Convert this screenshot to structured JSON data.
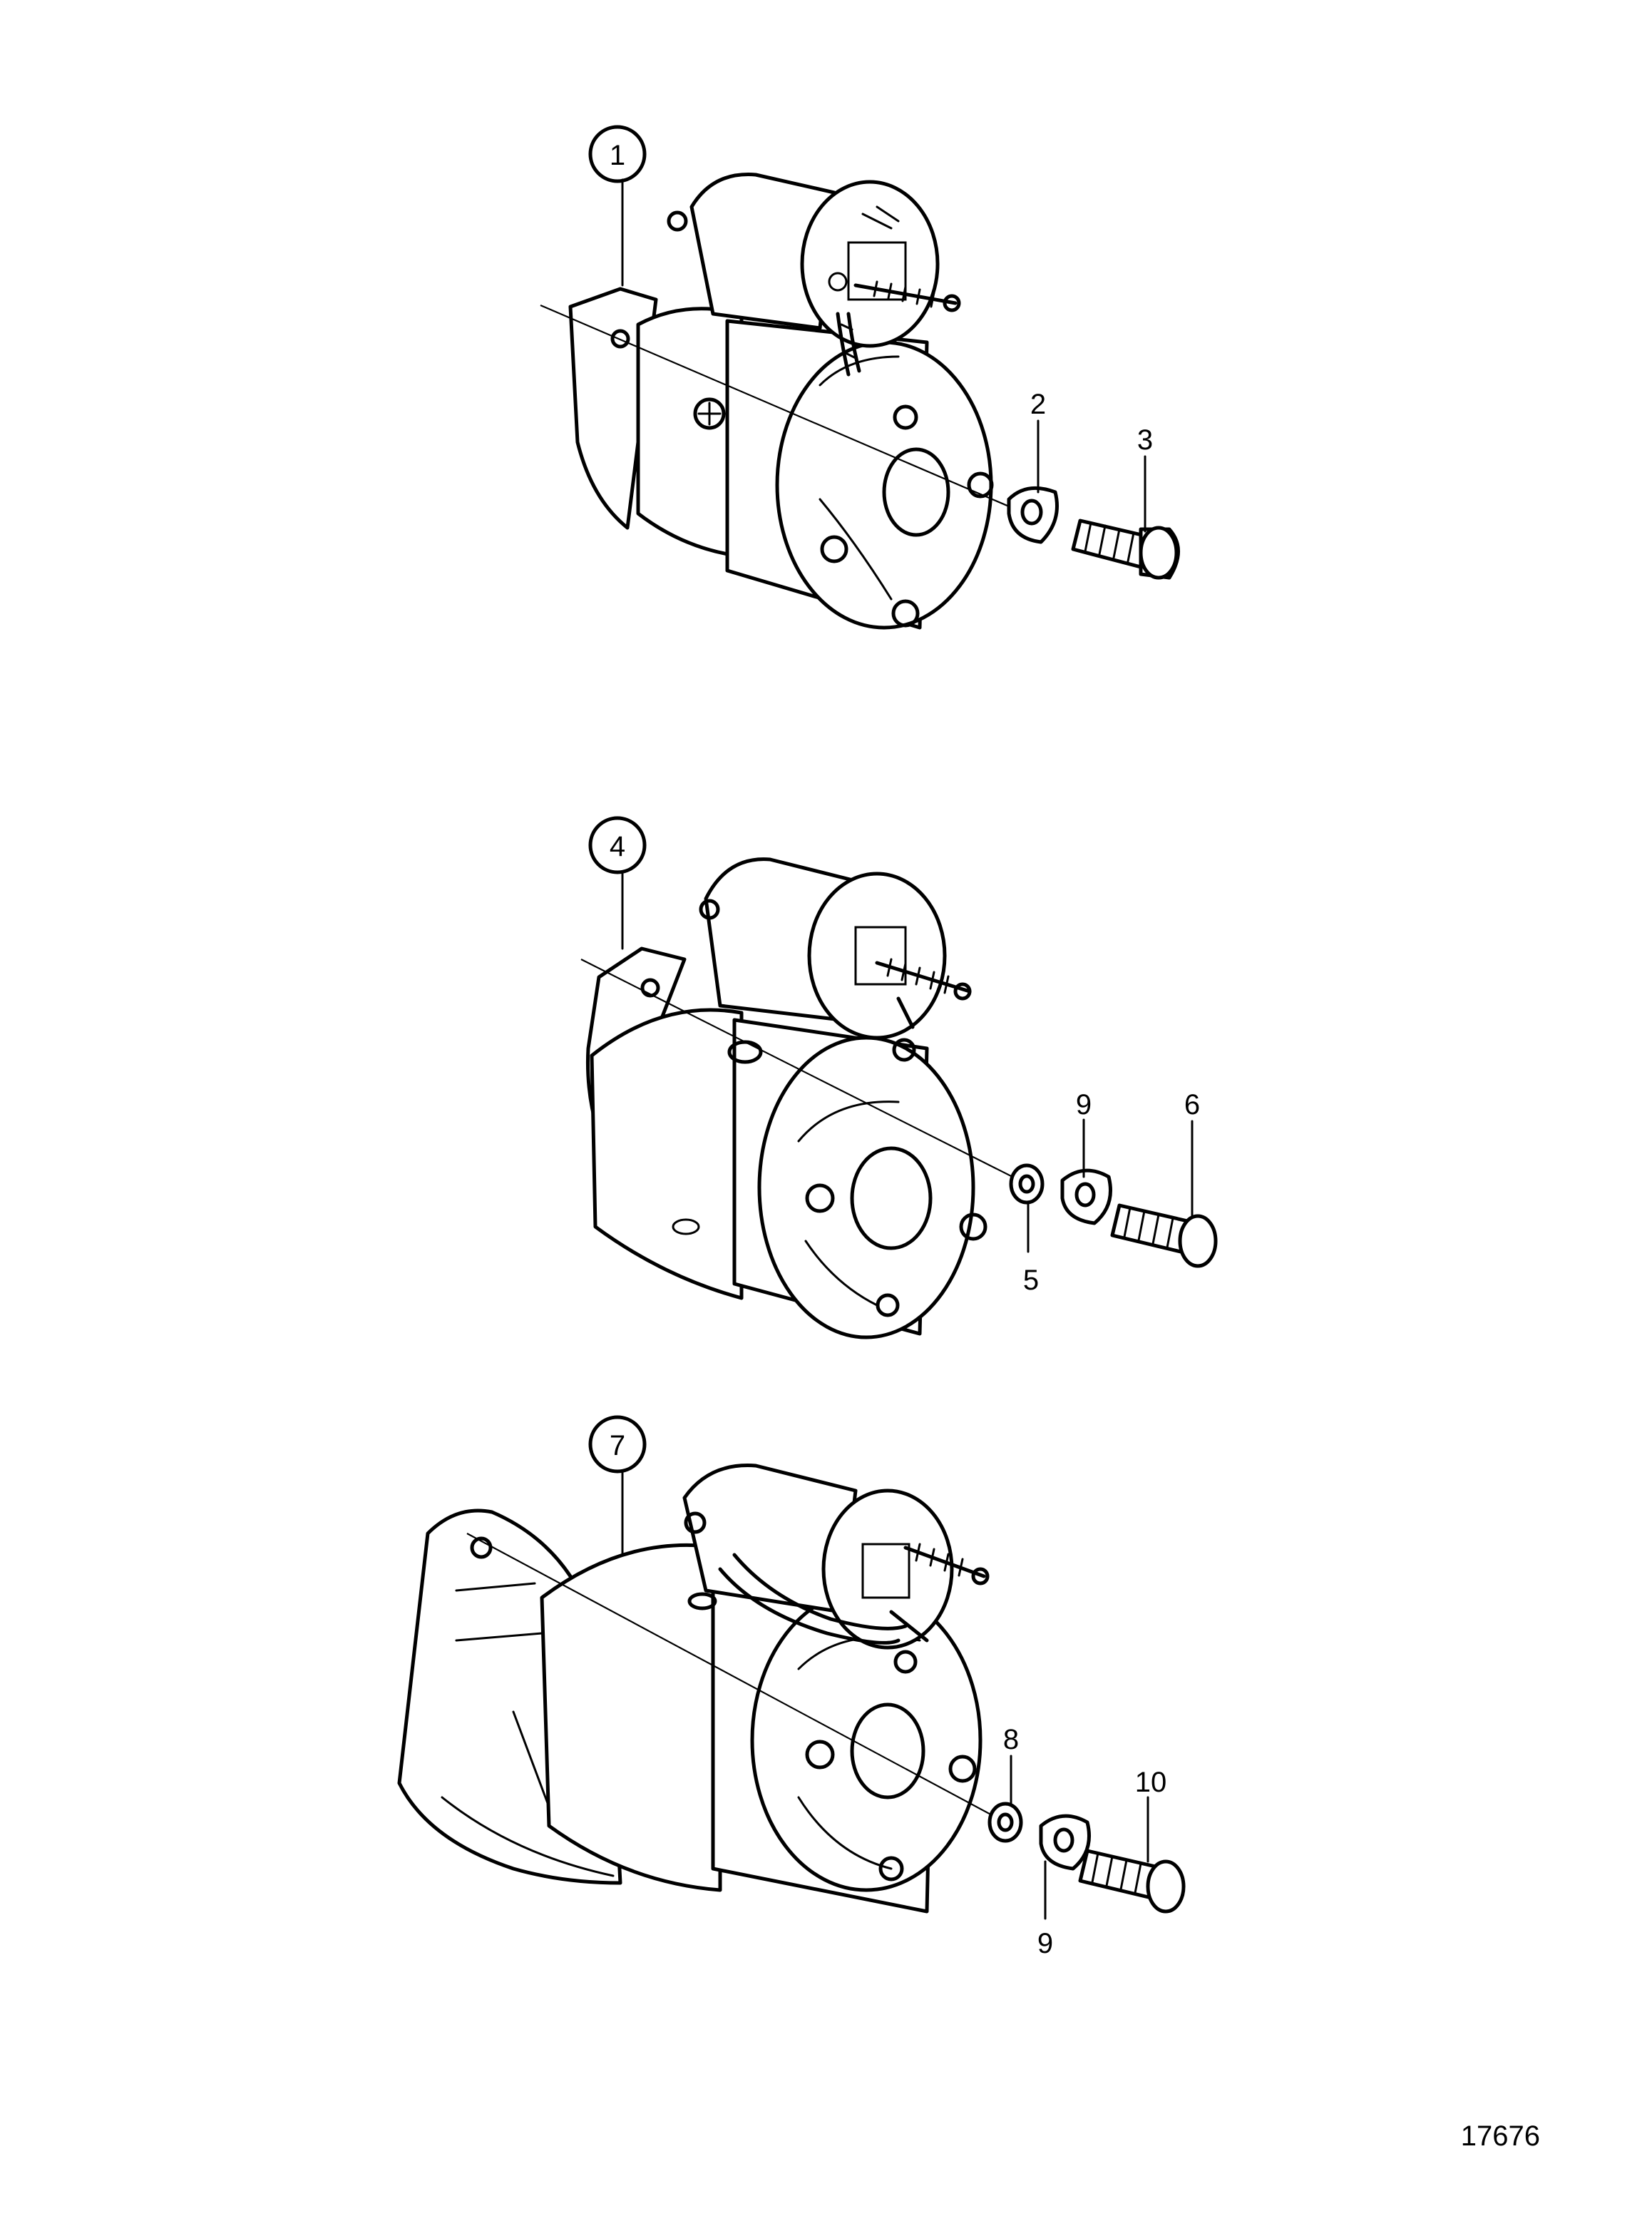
{
  "callouts": {
    "c1": "1",
    "c2": "2",
    "c3": "3",
    "c4": "4",
    "c5": "5",
    "c6": "6",
    "c7": "7",
    "c8": "8",
    "c9a": "9",
    "c9b": "9",
    "c10": "10"
  },
  "document_number": "17676"
}
